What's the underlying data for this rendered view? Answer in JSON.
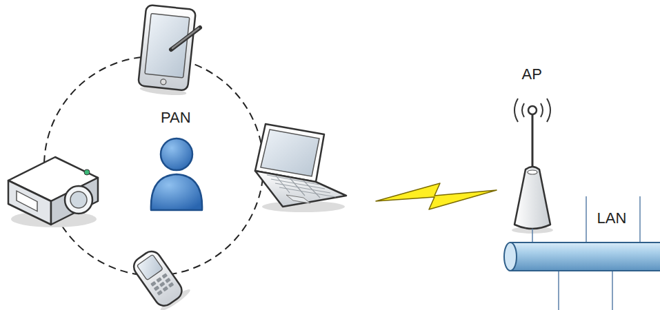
{
  "diagram": {
    "nodes": [
      {
        "text": [
          "PAN"
        ]
      }
    ],
    "labels": [
      "AP",
      "LAN"
    ]
  }
}
